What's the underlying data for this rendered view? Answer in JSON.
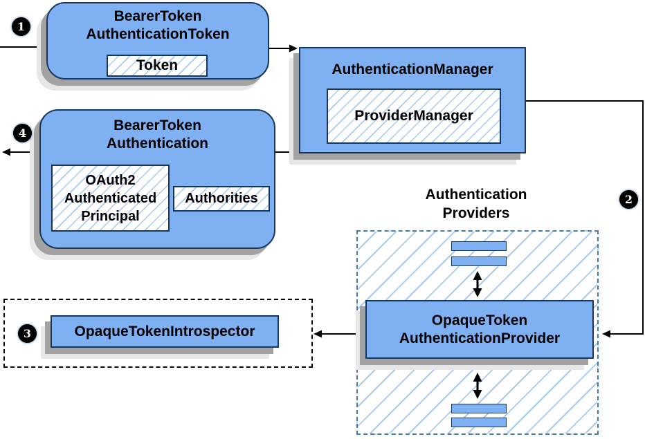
{
  "diagram": {
    "badges": {
      "step1": "1",
      "step2": "2",
      "step3": "3",
      "step4": "4"
    },
    "nodes": {
      "bearer_token_authentication_token": {
        "title_line1": "BearerToken",
        "title_line2": "AuthenticationToken",
        "token_label": "Token"
      },
      "authentication_manager": {
        "title": "AuthenticationManager",
        "provider_manager_label": "ProviderManager"
      },
      "bearer_token_authentication": {
        "title_line1": "BearerToken",
        "title_line2": "Authentication",
        "principal_line1": "OAuth2",
        "principal_line2": "Authenticated",
        "principal_line3": "Principal",
        "authorities_label": "Authorities"
      },
      "authentication_providers_label": {
        "line1": "Authentication",
        "line2": "Providers"
      },
      "opaque_token_authentication_provider": {
        "title_line1": "OpaqueToken",
        "title_line2": "AuthenticationProvider"
      },
      "opaque_token_introspector": {
        "title": "OpaqueTokenIntrospector"
      }
    },
    "colors": {
      "box_fill": "#7EB0F2",
      "box_border": "#17365D",
      "hatch": "#A9C9F0",
      "container_border": "#4678B4",
      "shadow_dark": "#A3A3A3",
      "shadow_light": "#E7E7E7",
      "arrow": "#000000",
      "badge_bg": "#000000",
      "badge_fg": "#FFFFFF"
    }
  }
}
